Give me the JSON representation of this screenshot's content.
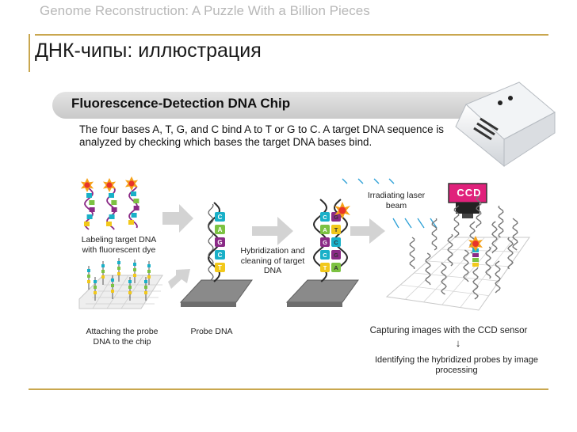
{
  "header": {
    "title": "Genome Reconstruction: A Puzzle With a Billion Pieces"
  },
  "slide": {
    "title": "ДНК-чипы: иллюстрация"
  },
  "figure": {
    "banner_title": "Fluorescence-Detection DNA Chip",
    "intro": "The four bases A, T, G, and C bind A to T or G to C. A target DNA sequence is analyzed by checking which bases the target DNA bases bind.",
    "labels": {
      "labeling": "Labeling target DNA with fluorescent dye",
      "attaching": "Attaching the probe DNA to the chip",
      "probe_dna": "Probe DNA",
      "hybridization": "Hybridization and cleaning of target DNA",
      "laser": "Irradiating laser beam",
      "ccd": "CCD",
      "capturing": "Capturing images with the CCD sensor",
      "arrow_down": "↓",
      "identifying": "Identifying the hybridized probes by image processing"
    },
    "probe_bases": [
      "C",
      "A",
      "G",
      "C",
      "T"
    ],
    "hybrid_pairs": [
      [
        "C",
        "G"
      ],
      [
        "A",
        "T"
      ],
      [
        "G",
        "C"
      ],
      [
        "C",
        "G"
      ],
      [
        "T",
        "A"
      ]
    ],
    "colors": {
      "base_c": "#19b0c8",
      "base_a": "#7cc242",
      "base_g": "#8a2a86",
      "base_t": "#f2c81a",
      "dye": "#e8342a",
      "chip": "#8a8a8a",
      "ccd": "#e0217b",
      "accent_rule": "#c9a74f"
    }
  }
}
